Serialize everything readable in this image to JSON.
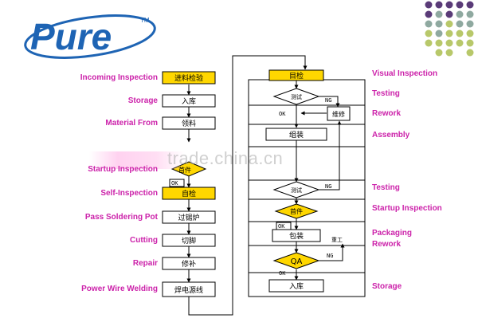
{
  "logo": {
    "text": "Pure",
    "tm": "TM",
    "color": "#1e64b4"
  },
  "colors": {
    "label": "#cc22aa",
    "highlight": "#ffd700",
    "line": "#000000",
    "box": "#ffffff"
  },
  "left_labels": [
    "Incoming Inspection",
    "Storage",
    "Material From",
    "Startup Inspection",
    "Self-Inspection",
    "Pass Soldering Pot",
    "Cutting",
    "Repair",
    "Power Wire Welding"
  ],
  "left_boxes": [
    "进料检验",
    "入库",
    "领料",
    "首件",
    "自检",
    "过锡炉",
    "切脚",
    "修补",
    "焊电源线"
  ],
  "right_labels": [
    "Visual Inspection",
    "Testing",
    "Rework",
    "Assembly",
    "Testing",
    "Startup Inspection",
    "Packaging",
    "Rework",
    "Storage"
  ],
  "right_nodes": {
    "visual": "目检",
    "test1": "测试",
    "rework": "维修",
    "assembly": "组装",
    "test2": "测试",
    "startup": "首件",
    "packaging": "包装",
    "qa": "QA",
    "storage": "入库",
    "rework_text": "重工"
  },
  "tags": {
    "ok": "OK",
    "ng": "NG"
  },
  "watermark": "trade.china.cn"
}
